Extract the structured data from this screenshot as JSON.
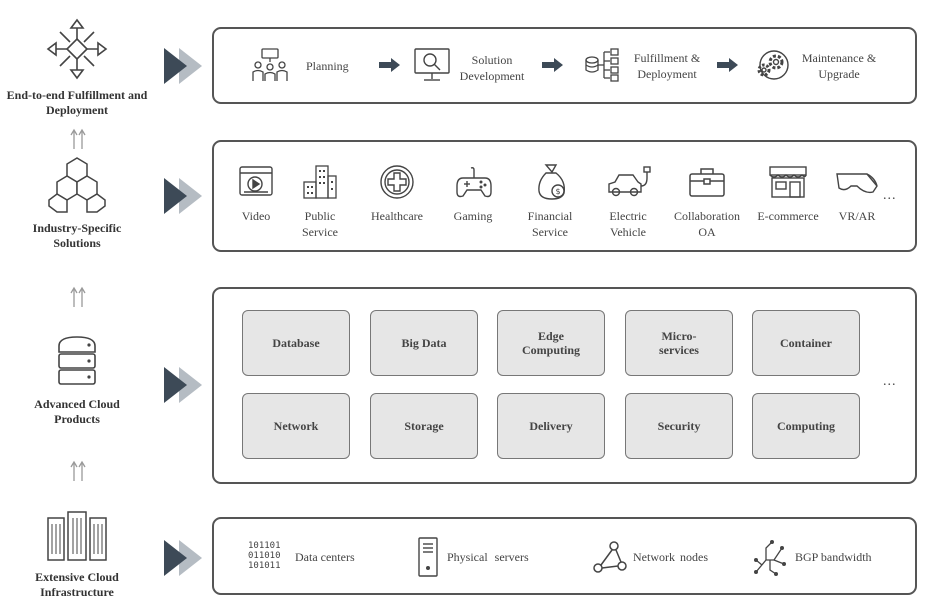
{
  "tiers": {
    "fulfillment": {
      "label": "End-to-end Fulfillment and Deployment",
      "steps": [
        {
          "label": "Planning",
          "icon": "team-meeting-icon"
        },
        {
          "label": "Solution Development",
          "icon": "monitor-search-icon"
        },
        {
          "label": "Fulfillment & Deployment",
          "icon": "flow-chart-icon"
        },
        {
          "label": "Maintenance & Upgrade",
          "icon": "gears-icon"
        }
      ]
    },
    "industry": {
      "label": "Industry-Specific Solutions",
      "items": [
        {
          "label": "Video",
          "icon": "video-player-icon"
        },
        {
          "label": "Public Service",
          "icon": "city-buildings-icon"
        },
        {
          "label": "Healthcare",
          "icon": "medical-cross-icon"
        },
        {
          "label": "Gaming",
          "icon": "gamepad-icon"
        },
        {
          "label": "Financial Service",
          "icon": "money-bag-icon"
        },
        {
          "label": "Electric Vehicle",
          "icon": "electric-car-icon"
        },
        {
          "label": "Collaboration OA",
          "icon": "briefcase-icon"
        },
        {
          "label": "E-commerce",
          "icon": "storefront-icon"
        },
        {
          "label": "VR/AR",
          "icon": "vr-glasses-icon"
        }
      ],
      "more": "..."
    },
    "products": {
      "label": "Advanced Cloud Products",
      "row1": [
        "Database",
        "Big Data",
        "Edge Computing",
        "Micro-services",
        "Container"
      ],
      "row2": [
        "Network",
        "Storage",
        "Delivery",
        "Security",
        "Computing"
      ],
      "more": "..."
    },
    "infrastructure": {
      "label": "Extensive Cloud Infrastructure",
      "binary": "101101\n011010\n101011",
      "items": [
        {
          "label": "Data centers",
          "icon": "binary-icon"
        },
        {
          "label": "Physical servers",
          "icon": "server-tower-icon"
        },
        {
          "label": "Network nodes",
          "icon": "network-nodes-icon"
        },
        {
          "label": "BGP bandwidth",
          "icon": "circuit-icon"
        }
      ]
    }
  },
  "colors": {
    "chevron_dark": "#3d4a57",
    "chevron_light": "#b5bcc3",
    "panel_border": "#555555",
    "product_fill": "#e6e6e6"
  }
}
